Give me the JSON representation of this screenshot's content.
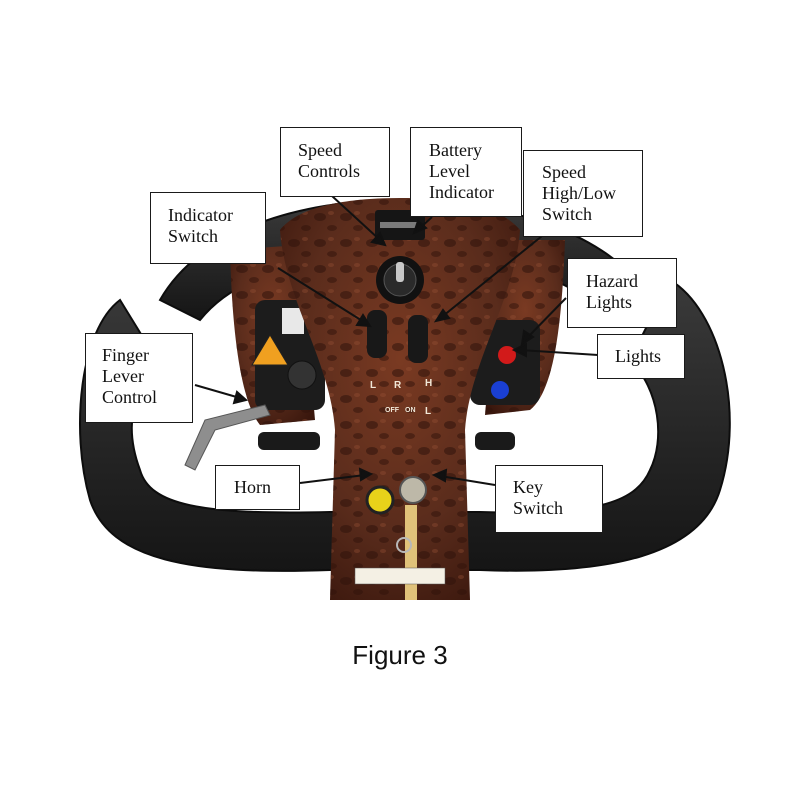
{
  "figure": {
    "caption": "Figure 3",
    "labels": {
      "speed_controls": "Speed\nControls",
      "battery_level": "Battery\nLevel\nIndicator",
      "speed_high_low": "Speed\nHigh/Low\nSwitch",
      "indicator_switch": "Indicator\nSwitch",
      "hazard_lights": "Hazard\nLights",
      "lights": "Lights",
      "finger_lever": "Finger\nLever\nControl",
      "horn": "Horn",
      "key_switch": "Key\nSwitch"
    },
    "switch_legend": {
      "left": "L",
      "right": "R",
      "high": "H",
      "low": "L",
      "off": "OFF",
      "on": "ON"
    },
    "colors": {
      "wood": "#5a2c1c",
      "wood_dark": "#3a170d",
      "grip": "#2a2a2a",
      "horn_button": "#e8d21a",
      "hazard_button": "#d21a1a",
      "lights_button": "#1a3fd2",
      "key": "#e0c27a"
    }
  }
}
